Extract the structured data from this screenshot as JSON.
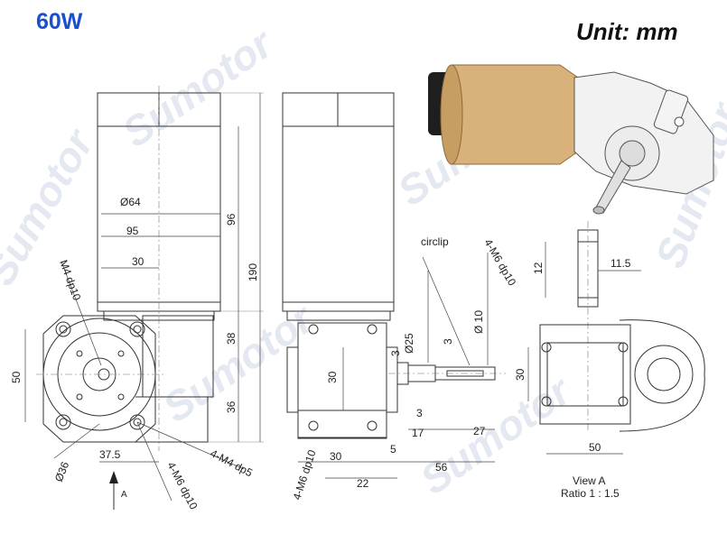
{
  "title": "60W",
  "unit_label": "Unit: mm",
  "watermark": "Sumotor",
  "labels": {
    "circlip": "circlip",
    "view_a": "View  A",
    "ratio": "Ratio 1 : 1.5",
    "arrow_a": "A"
  },
  "front_view": {
    "dia_64": "Ø64",
    "w_95": "95",
    "w_30": "30",
    "h_96": "96",
    "h_190": "190",
    "h_38": "38",
    "h_36": "36",
    "h_50": "50",
    "w_37_5": "37.5",
    "dia_36": "Ø36",
    "m4_dp10": "M4 dp10",
    "m4_dp5": "4-M4 dp5",
    "m6_dp10": "4-M6 dp10"
  },
  "side_view": {
    "dia_25": "Ø25",
    "dia_10": "Ø 10",
    "d_3a": "3",
    "d_3b": "3",
    "d_3c": "3",
    "h_30": "30",
    "w_17": "17",
    "w_27": "27",
    "w_5": "5",
    "w_30": "30",
    "w_56": "56",
    "w_22": "22",
    "m6_dp10_top": "4-M6 dp10",
    "m6_dp10_bottom": "4-M6 dp10"
  },
  "view_a": {
    "h_12": "12",
    "w_11_5": "11.5",
    "h_30": "30",
    "w_50": "50"
  },
  "colors": {
    "title": "#1a4fd0",
    "motor_body": "#d8b27a",
    "motor_cap": "#1e1e1e"
  }
}
